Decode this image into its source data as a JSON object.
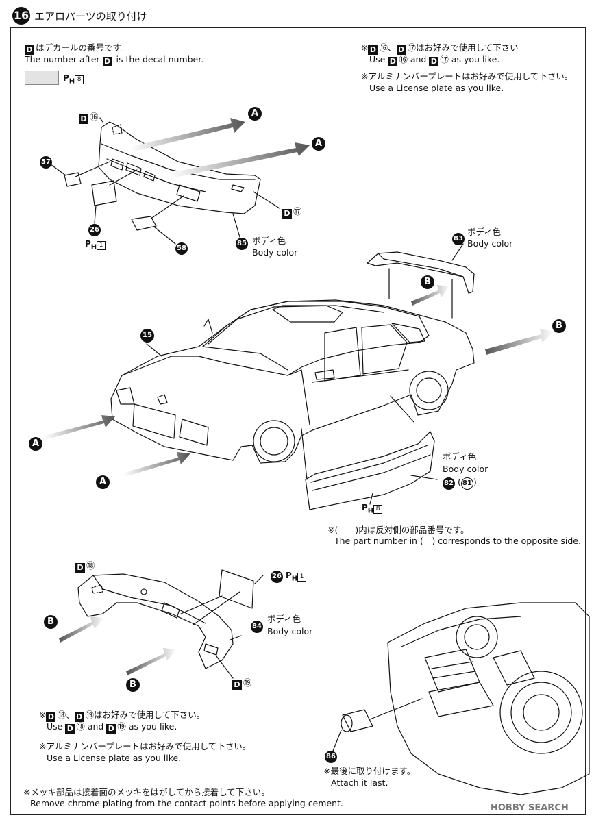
{
  "header": {
    "step_number": "16",
    "title": "エアロパーツの取り付け"
  },
  "notes_top_left": {
    "line1_jp": "はデカールの番号です。",
    "line2_prefix": "The number after",
    "line2_suffix": "is the decal number.",
    "swatch_ph": "8"
  },
  "notes_top_right": {
    "line1_jp_a": "※",
    "line1_jp_b": "、",
    "line1_jp_c": "はお好みで使用して下さい。",
    "line2_use": "Use",
    "line2_and": "and",
    "line2_tail": "as you like.",
    "line3_jp": "※アルミナンバープレートはお好みで使用して下さい。",
    "line4_en": "Use a License plate as you like.",
    "d16": "⑯",
    "d17": "⑰"
  },
  "decal_letter": "D",
  "front_bumper": {
    "d16": "⑯",
    "d17": "⑰",
    "part57": "57",
    "part26": "26",
    "part58": "58",
    "part85": "85",
    "ph1": "1",
    "body_color_jp": "ボディ色",
    "body_color_en": "Body color"
  },
  "spoiler": {
    "part83": "83",
    "body_color_jp": "ボディ色",
    "body_color_en": "Body color"
  },
  "car": {
    "part15": "15"
  },
  "side_skirt": {
    "body_color_jp": "ボディ色",
    "body_color_en": "Body color",
    "part82": "82",
    "part81": "81",
    "ph8": "8"
  },
  "note_opposite": {
    "jp": "※(　　)内は反対側の部品番号です。",
    "en": "The part number in (　) corresponds to the opposite side."
  },
  "rear_bumper": {
    "d18": "⑱",
    "d19": "⑲",
    "part26": "26",
    "ph1": "1",
    "part84": "84",
    "body_color_jp": "ボディ色",
    "body_color_en": "Body color"
  },
  "notes_bottom_left": {
    "line1_tail": "はお好みで使用して下さい。",
    "line2_use": "Use",
    "line2_and": "and",
    "line2_tail": "as you like.",
    "line3_jp": "※アルミナンバープレートはお好みで使用して下さい。",
    "line4_en": "Use a License plate as you like.",
    "d18": "⑱",
    "d19": "⑲"
  },
  "exhaust": {
    "part86": "86",
    "jp": "※最後に取り付けます。",
    "en": "Attach it last."
  },
  "footer": {
    "jp": "※メッキ部品は接着面のメッキをはがしてから接着して下さい。",
    "en": "Remove chrome plating from the contact points before applying cement."
  },
  "arrow_labels": {
    "A": "A",
    "B": "B"
  },
  "ph_mark": "P",
  "ph_sub": "H",
  "watermark": "HOBBY SEARCH"
}
